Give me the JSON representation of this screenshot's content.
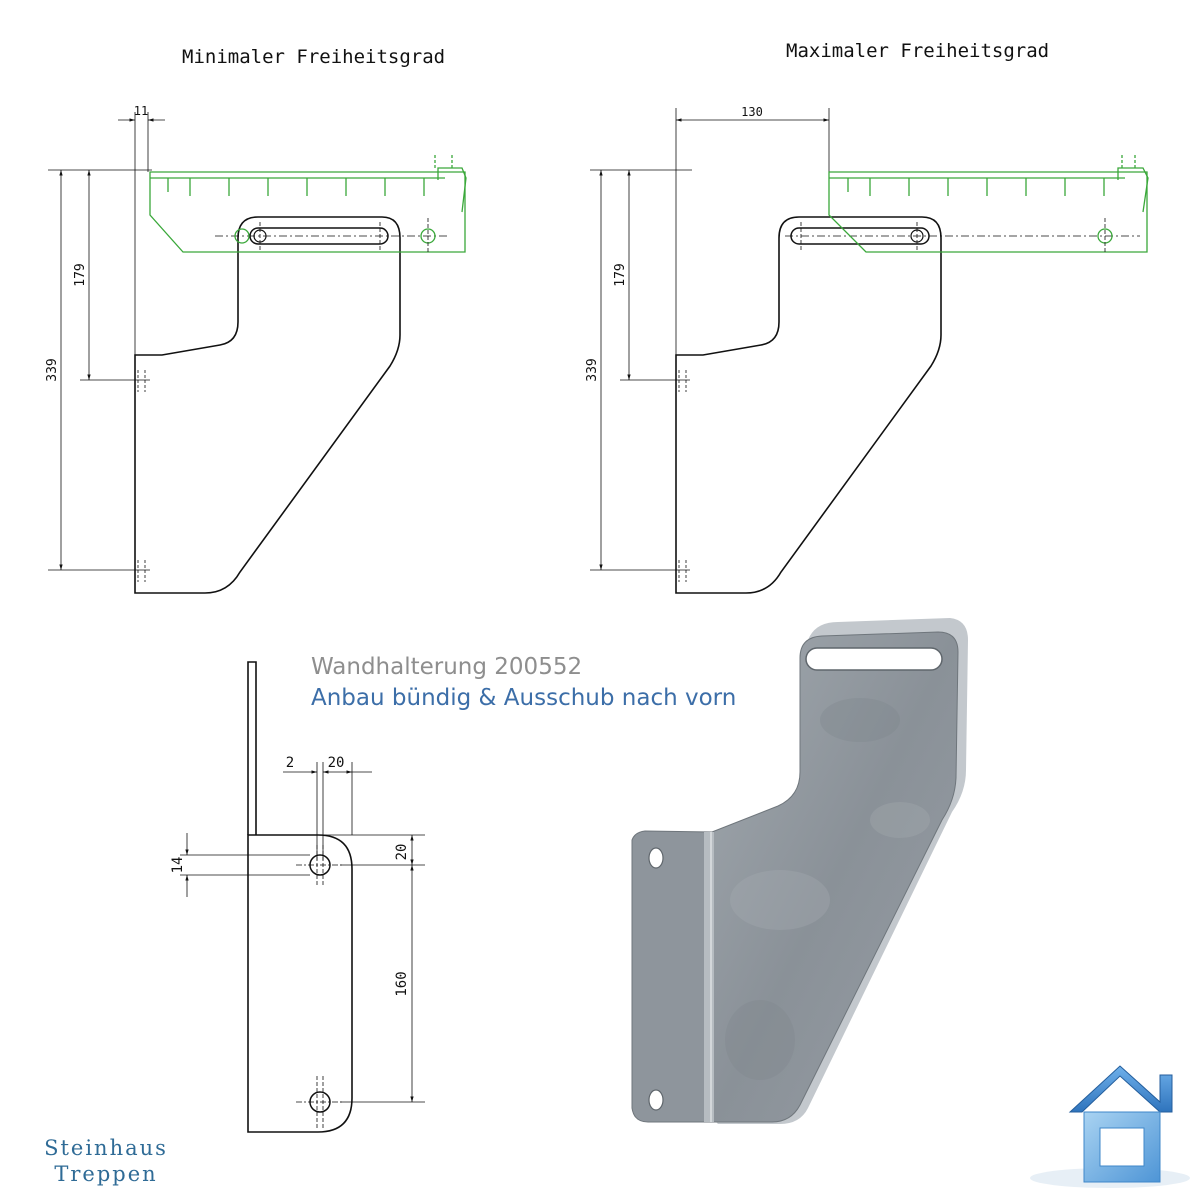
{
  "titles": {
    "min": "Minimaler Freiheitsgrad",
    "max": "Maximaler Freiheitsgrad"
  },
  "caption": {
    "line1": "Wandhalterung 200552",
    "line2": "Anbau bündig & Ausschub nach vorn"
  },
  "dimensions": {
    "min_offset": "11",
    "max_offset": "130",
    "height_upper": "179",
    "height_total": "339",
    "thickness": "2",
    "edge_distance": "20",
    "top_distance": "20",
    "hole_diameter": "14",
    "hole_spacing": "160"
  },
  "brand": {
    "line1": "Steinhaus",
    "line2": "Treppen"
  },
  "colors": {
    "line": "#111111",
    "step": "#3aa83a",
    "caption_gray": "#8e8e8e",
    "caption_blue": "#3c6ea8",
    "brand": "#2f6b96",
    "logo": "#4a8fd0",
    "metal": "#8d949b"
  }
}
